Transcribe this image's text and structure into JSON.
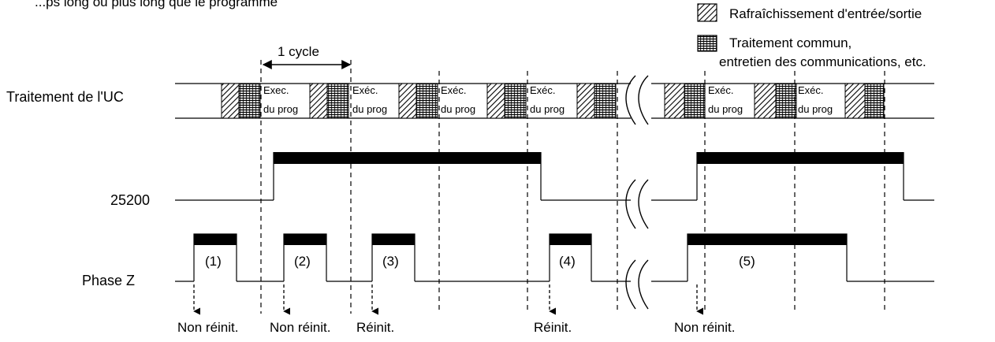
{
  "colors": {
    "ink": "#000000",
    "paper": "#ffffff"
  },
  "header_fragment": "...ps long ou plus long que le programme",
  "legend": {
    "io_refresh": "Rafraîchissement d'entrée/sortie",
    "common_line1": "Traitement commun,",
    "common_line2": "entretien des communications, etc."
  },
  "cycle_label": "1 cycle",
  "signals": {
    "cpu": "Traitement de l'UC",
    "flag": "25200",
    "phase_z": "Phase Z"
  },
  "exec": {
    "line1": "Exéc.",
    "line2": "du prog",
    "line1_alt": "Exec."
  },
  "pulses": [
    "(1)",
    "(2)",
    "(3)",
    "(4)",
    "(5)"
  ],
  "annotations": {
    "not_reset": "Non réinit.",
    "reset": "Réinit."
  },
  "icons": {
    "break": "wavy-break-icon",
    "hatch": "diagonal-hatch-icon",
    "grid": "horizontal-hatch-icon"
  }
}
